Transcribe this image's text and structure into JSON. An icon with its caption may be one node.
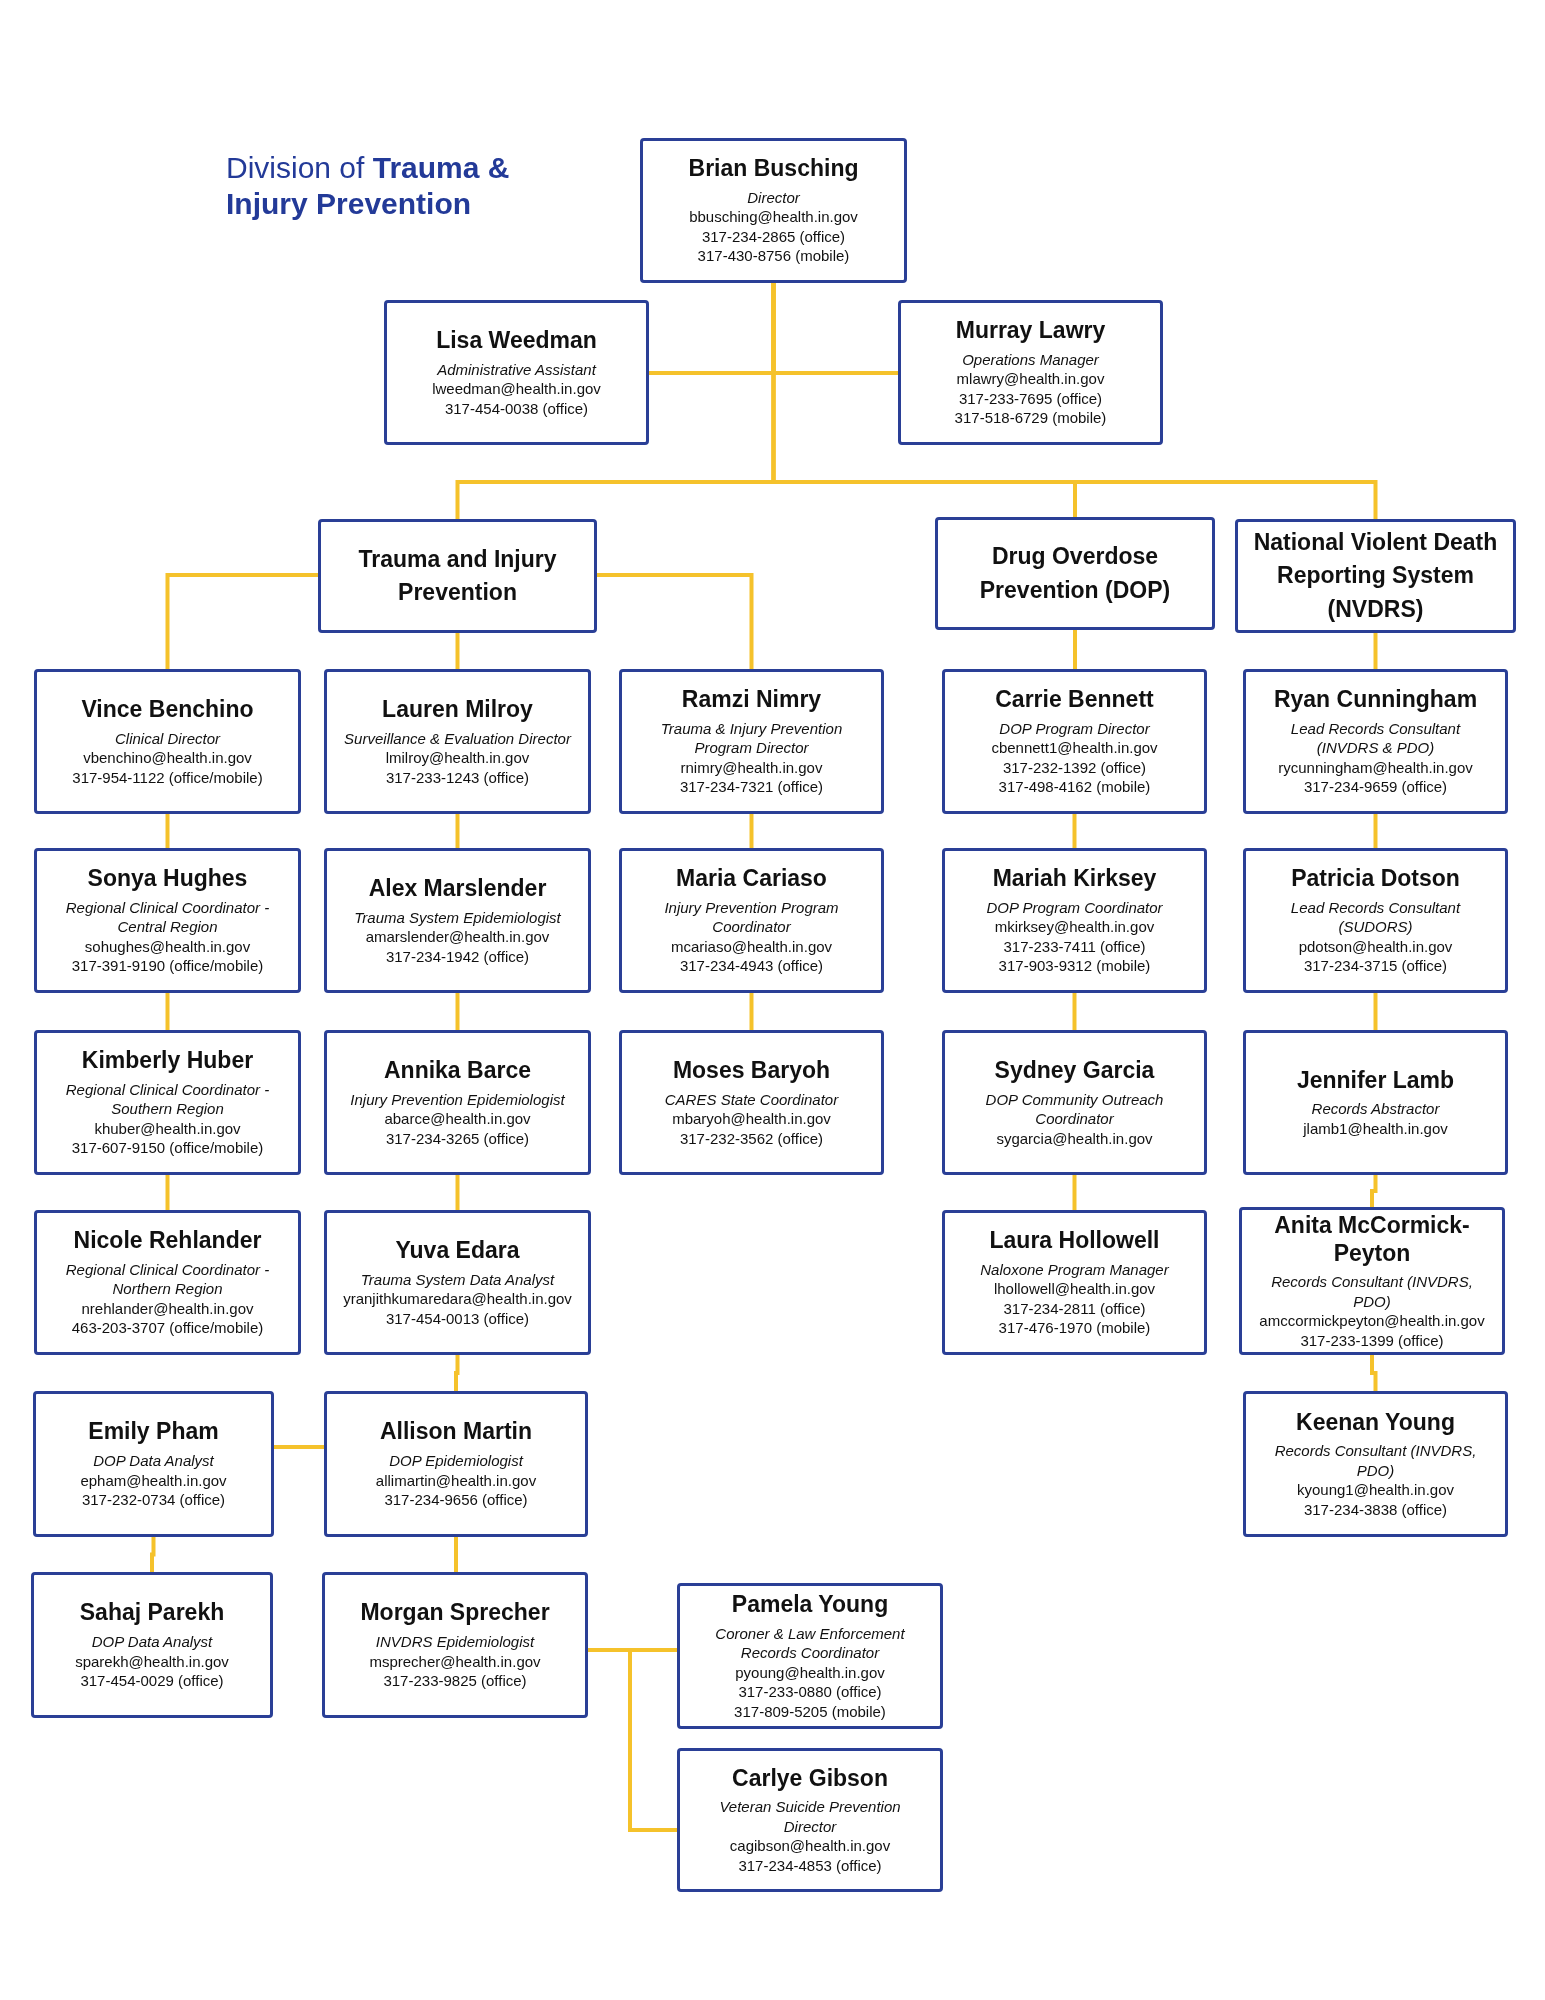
{
  "diagram": {
    "title": "Division of **Trauma & Injury Prevention**",
    "nodes": [
      {
        "text": [
          "Brian Busching",
          "Director",
          "bbusching@health.in.gov",
          "317-234-2865 (office)",
          "317-430-8756 (mobile)"
        ]
      },
      {
        "text": [
          "Lisa Weedman",
          "Administrative Assistant",
          "lweedman@health.in.gov",
          "317-454-0038 (office)"
        ]
      },
      {
        "text": [
          "Murray Lawry",
          "Operations Manager",
          "mlawry@health.in.gov",
          "317-233-7695 (office)",
          "317-518-6729 (mobile)"
        ]
      },
      {
        "text": [
          "Trauma and Injury Prevention"
        ]
      },
      {
        "text": [
          "Drug Overdose Prevention (DOP)"
        ]
      },
      {
        "text": [
          "National Violent Death Reporting System (NVDRS)"
        ]
      },
      {
        "text": [
          "Vince Benchino",
          "Clinical Director",
          "vbenchino@health.in.gov",
          "317-954-1122 (office/mobile)"
        ]
      },
      {
        "text": [
          "Lauren Milroy",
          "Surveillance & Evaluation Director",
          "lmilroy@health.in.gov",
          "317-233-1243 (office)"
        ]
      },
      {
        "text": [
          "Ramzi Nimry",
          "Trauma & Injury Prevention Program Director",
          "rnimry@health.in.gov",
          "317-234-7321 (office)"
        ]
      },
      {
        "text": [
          "Carrie Bennett",
          "DOP Program Director",
          "cbennett1@health.in.gov",
          "317-232-1392 (office)",
          "317-498-4162 (mobile)"
        ]
      },
      {
        "text": [
          "Ryan Cunningham",
          "Lead Records Consultant (INVDRS & PDO)",
          "rycunningham@health.in.gov",
          "317-234-9659 (office)"
        ]
      },
      {
        "text": [
          "Sonya Hughes",
          "Regional Clinical Coordinator - Central Region",
          "sohughes@health.in.gov",
          "317-391-9190 (office/mobile)"
        ]
      },
      {
        "text": [
          "Alex Marslender",
          "Trauma System Epidemiologist",
          "amarslender@health.in.gov",
          "317-234-1942 (office)"
        ]
      },
      {
        "text": [
          "Maria Cariaso",
          "Injury Prevention Program Coordinator",
          "mcariaso@health.in.gov",
          "317-234-4943 (office)"
        ]
      },
      {
        "text": [
          "Mariah Kirksey",
          "DOP Program Coordinator",
          "mkirksey@health.in.gov",
          "317-233-7411 (office)",
          "317-903-9312 (mobile)"
        ]
      },
      {
        "text": [
          "Patricia Dotson",
          "Lead Records Consultant (SUDORS)",
          "pdotson@health.in.gov",
          "317-234-3715 (office)"
        ]
      },
      {
        "text": [
          "Kimberly Huber",
          "Regional Clinical Coordinator - Southern Region",
          "khuber@health.in.gov",
          "317-607-9150 (office/mobile)"
        ]
      },
      {
        "text": [
          "Annika Barce",
          "Injury Prevention Epidemiologist",
          "abarce@health.in.gov",
          "317-234-3265 (office)"
        ]
      },
      {
        "text": [
          "Moses Baryoh",
          "CARES State Coordinator",
          "mbaryoh@health.in.gov",
          "317-232-3562 (office)"
        ]
      },
      {
        "text": [
          "Sydney Garcia",
          "DOP Community Outreach Coordinator",
          "sygarcia@health.in.gov"
        ]
      },
      {
        "text": [
          "Jennifer Lamb",
          "Records Abstractor",
          "jlamb1@health.in.gov"
        ]
      },
      {
        "text": [
          "Nicole Rehlander",
          "Regional Clinical Coordinator - Northern Region",
          "nrehlander@health.in.gov",
          "463-203-3707 (office/mobile)"
        ]
      },
      {
        "text": [
          "Yuva Edara",
          "Trauma System Data Analyst",
          "yranjithkumaredara@health.in.gov",
          "317-454-0013 (office)"
        ]
      },
      {
        "text": [
          "Laura Hollowell",
          "Naloxone Program Manager",
          "lhollowell@health.in.gov",
          "317-234-2811 (office)",
          "317-476-1970 (mobile)"
        ]
      },
      {
        "text": [
          "Anita McCormick-Peyton",
          "Records Consultant (INVDRS, PDO)",
          "amccormickpeyton@health.in.gov",
          "317-233-1399 (office)"
        ]
      },
      {
        "text": [
          "Emily Pham",
          "DOP Data Analyst",
          "epham@health.in.gov",
          "317-232-0734 (office)"
        ]
      },
      {
        "text": [
          "Allison Martin",
          "DOP Epidemiologist",
          "allimartin@health.in.gov",
          "317-234-9656 (office)"
        ]
      },
      {
        "text": [
          "Keenan Young",
          "Records Consultant (INVDRS, PDO)",
          "kyoung1@health.in.gov",
          "317-234-3838 (office)"
        ]
      },
      {
        "text": [
          "Sahaj Parekh",
          "DOP Data Analyst",
          "sparekh@health.in.gov",
          "317-454-0029 (office)"
        ]
      },
      {
        "text": [
          "Morgan Sprecher",
          "INVDRS Epidemiologist",
          "msprecher@health.in.gov",
          "317-233-9825 (office)"
        ]
      },
      {
        "text": [
          "Pamela Young",
          "Coroner & Law Enforcement Records Coordinator",
          "pyoung@health.in.gov",
          "317-233-0880 (office)",
          "317-809-5205 (mobile)"
        ]
      },
      {
        "text": [
          "Carlye Gibson",
          "Veteran Suicide Prevention Director",
          "cagibson@health.in.gov",
          "317-234-4853 (office)"
        ]
      }
    ],
    "edges": [
      {
        "from": 0,
        "to": 1,
        "arrow": "none"
      },
      {
        "from": 0,
        "to": 2,
        "arrow": "none"
      },
      {
        "from": 0,
        "to": 3,
        "arrow": "none"
      },
      {
        "from": 0,
        "to": 4,
        "arrow": "none"
      },
      {
        "from": 0,
        "to": 5,
        "arrow": "none"
      },
      {
        "from": 3,
        "to": 6,
        "arrow": "none"
      },
      {
        "from": 3,
        "to": 7,
        "arrow": "none"
      },
      {
        "from": 3,
        "to": 8,
        "arrow": "none"
      },
      {
        "from": 4,
        "to": 9,
        "arrow": "none"
      },
      {
        "from": 5,
        "to": 10,
        "arrow": "none"
      },
      {
        "from": 6,
        "to": 11,
        "arrow": "none"
      },
      {
        "from": 11,
        "to": 16,
        "arrow": "none"
      },
      {
        "from": 16,
        "to": 21,
        "arrow": "none"
      },
      {
        "from": 7,
        "to": 12,
        "arrow": "none"
      },
      {
        "from": 12,
        "to": 17,
        "arrow": "none"
      },
      {
        "from": 17,
        "to": 22,
        "arrow": "none"
      },
      {
        "from": 22,
        "to": 26,
        "arrow": "none"
      },
      {
        "from": 26,
        "to": 25,
        "arrow": "none"
      },
      {
        "from": 25,
        "to": 28,
        "arrow": "none"
      },
      {
        "from": 26,
        "to": 29,
        "arrow": "none"
      },
      {
        "from": 29,
        "to": 30,
        "arrow": "none"
      },
      {
        "from": 29,
        "to": 31,
        "arrow": "none"
      },
      {
        "from": 8,
        "to": 13,
        "arrow": "none"
      },
      {
        "from": 13,
        "to": 18,
        "arrow": "none"
      },
      {
        "from": 9,
        "to": 14,
        "arrow": "none"
      },
      {
        "from": 14,
        "to": 19,
        "arrow": "none"
      },
      {
        "from": 19,
        "to": 23,
        "arrow": "none"
      },
      {
        "from": 10,
        "to": 15,
        "arrow": "none"
      },
      {
        "from": 15,
        "to": 20,
        "arrow": "none"
      },
      {
        "from": 20,
        "to": 24,
        "arrow": "none"
      },
      {
        "from": 24,
        "to": 27,
        "arrow": "none"
      }
    ]
  }
}
